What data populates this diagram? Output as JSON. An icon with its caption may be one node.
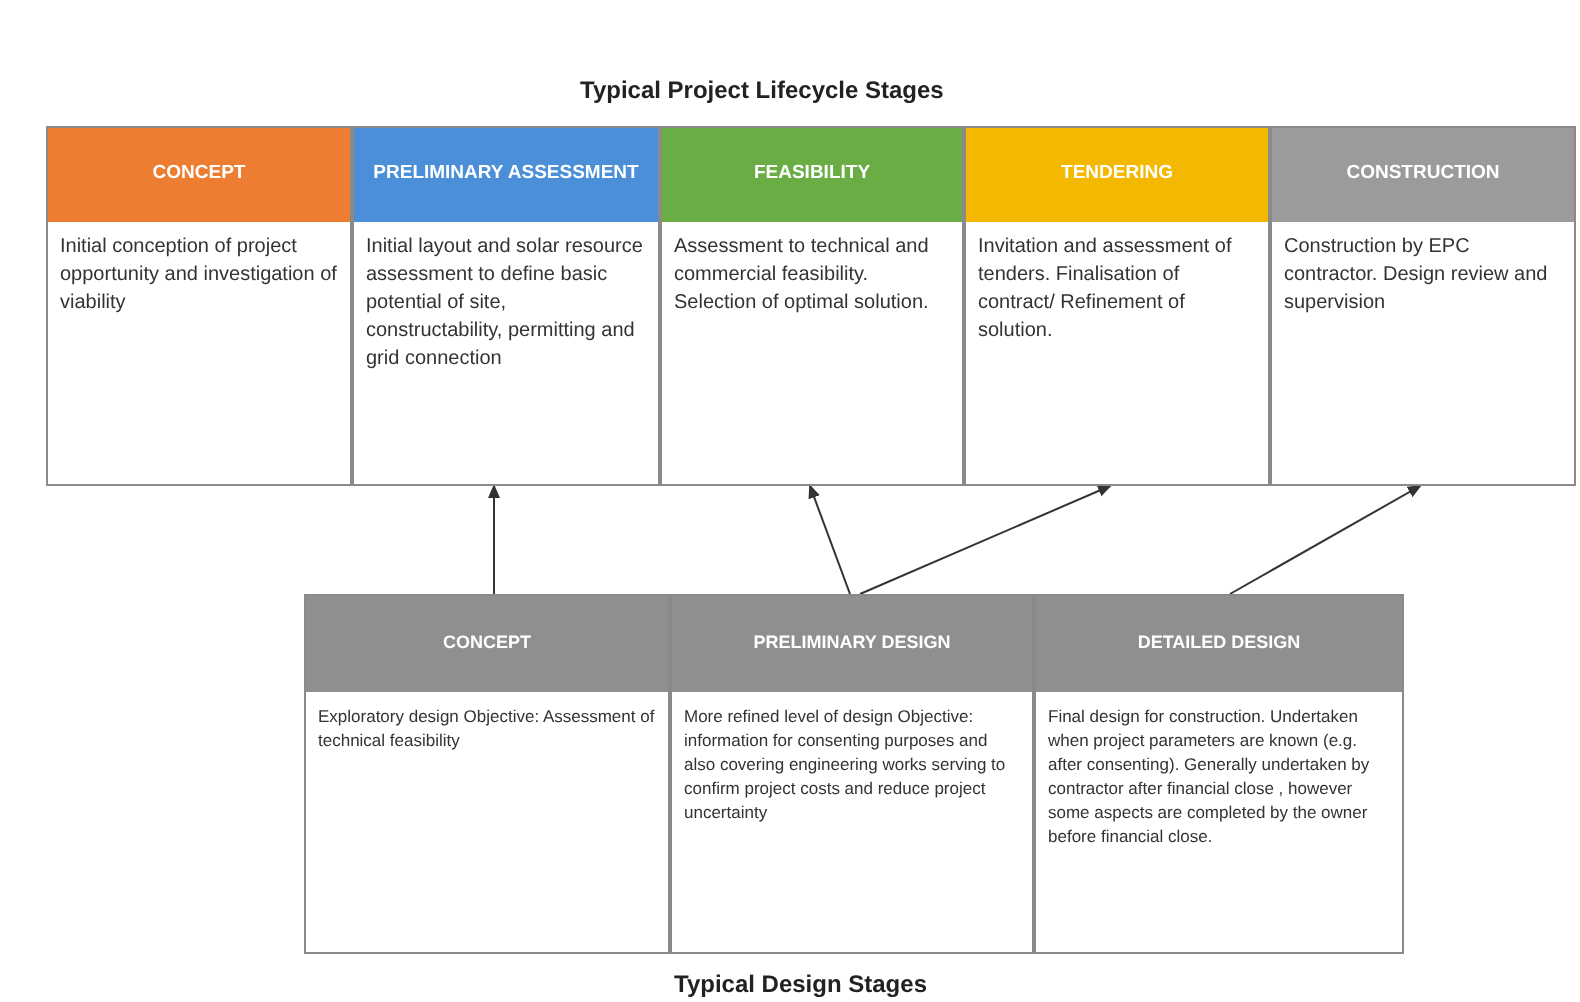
{
  "diagram": {
    "title": "Typical Project Lifecycle Stages",
    "caption": "Typical Design Stages",
    "nodes": [
      {
        "text": [
          "CONCEPT",
          "Initial conception of project opportunity and investigation of viability"
        ]
      },
      {
        "text": [
          "PRELIMINARY ASSESSMENT",
          "Initial layout and solar resource assessment to define basic potential of site, constructability, permitting and grid connection"
        ]
      },
      {
        "text": [
          "FEASIBILITY",
          "Assessment to technical and commercial feasibility. Selection of optimal solution."
        ]
      },
      {
        "text": [
          "TENDERING",
          "Invitation and assessment of tenders. Finalisation of contract/ Refinement of solution."
        ]
      },
      {
        "text": [
          "CONSTRUCTION",
          "Construction by EPC contractor. Design review and supervision"
        ]
      },
      {
        "text": [
          "CONCEPT",
          "Exploratory design Objective: Assessment of technical feasibility"
        ]
      },
      {
        "text": [
          "PRELIMINARY DESIGN",
          "More refined level of design Objective: information for consenting purposes and also covering engineering works serving to confirm project costs and reduce project uncertainty"
        ]
      },
      {
        "text": [
          "DETAILED DESIGN",
          "Final design for construction. Undertaken when project parameters are known (e.g. after consenting). Generally undertaken by contractor after financial close , however some aspects are completed by the owner before financial close."
        ]
      }
    ],
    "edges": [
      {
        "from": 5,
        "to": 1,
        "arrow": "to"
      },
      {
        "from": 6,
        "to": 2,
        "arrow": "to"
      },
      {
        "from": 6,
        "to": 3,
        "arrow": "to"
      },
      {
        "from": 7,
        "to": 4,
        "arrow": "to"
      }
    ]
  }
}
